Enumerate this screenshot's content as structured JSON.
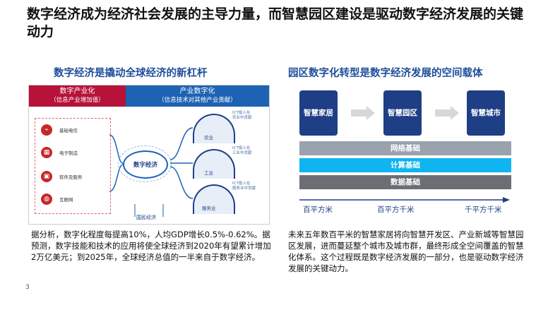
{
  "title": "数字经济成为经济社会发展的主导力量，而智慧园区建设是驱动数字经济发展的关键动力",
  "left": {
    "subtitle": "数字经济是撬动全球经济的新杠杆",
    "figure": {
      "band_red_line1": "数字产业化",
      "band_red_line2": "（信息产业增加值）",
      "band_blue_line1": "产业数字化",
      "band_blue_line2": "（信息技术对其他产业贡献）",
      "industries": [
        {
          "label": "基础电信",
          "icon": "antenna-icon"
        },
        {
          "label": "电子制造",
          "icon": "chip-icon"
        },
        {
          "label": "软件及服务",
          "icon": "disk-icon"
        },
        {
          "label": "互联网",
          "icon": "globe-icon"
        }
      ],
      "hub_label": "数字经济",
      "sectors": [
        {
          "label": "农业",
          "note_line1": "ICT投入在",
          "note_line2": "农业中贡献"
        },
        {
          "label": "工业",
          "note_line1": "ICT投入在",
          "note_line2": "工业中贡献"
        },
        {
          "label": "服务业",
          "note_line1": "ICT投入在",
          "note_line2": "服务业中贡献"
        }
      ],
      "bottom_label": "国民经济"
    },
    "paragraph": "据分析，数字化程度每提高10%，人均GDP增长0.5%-0.62%。据预测，数字技能和技术的应用将使全球经济到2020年有望累计增加2万亿美元；到2025年，全球经济总值的一半来自于数字经济。"
  },
  "right": {
    "subtitle": "园区数字化转型是数字经济发展的空间载体",
    "nodes": [
      "智慧家居",
      "智慧园区",
      "智慧城市"
    ],
    "layers": [
      "网络基础",
      "计算基础",
      "数据基础"
    ],
    "scale": [
      "百平方米",
      "百平方千米",
      "千平方千米"
    ],
    "paragraph": "未来五年数百平米的智慧家居将向智慧开发区、产业新城等智慧园区发展，进而蔓延整个城市及城市群，最终形成全空间覆盖的智慧化体系。这个过程既是数字经济发展的一部分，也是驱动数字经济发展的关键动力。"
  },
  "page_number": "3",
  "colors": {
    "red": "#b6123a",
    "blue": "#1e63b3",
    "navy": "#1e3f86",
    "cyan": "#0fb4f0",
    "gray_light": "#9aa2ad",
    "gray_dark": "#6b6e74"
  }
}
